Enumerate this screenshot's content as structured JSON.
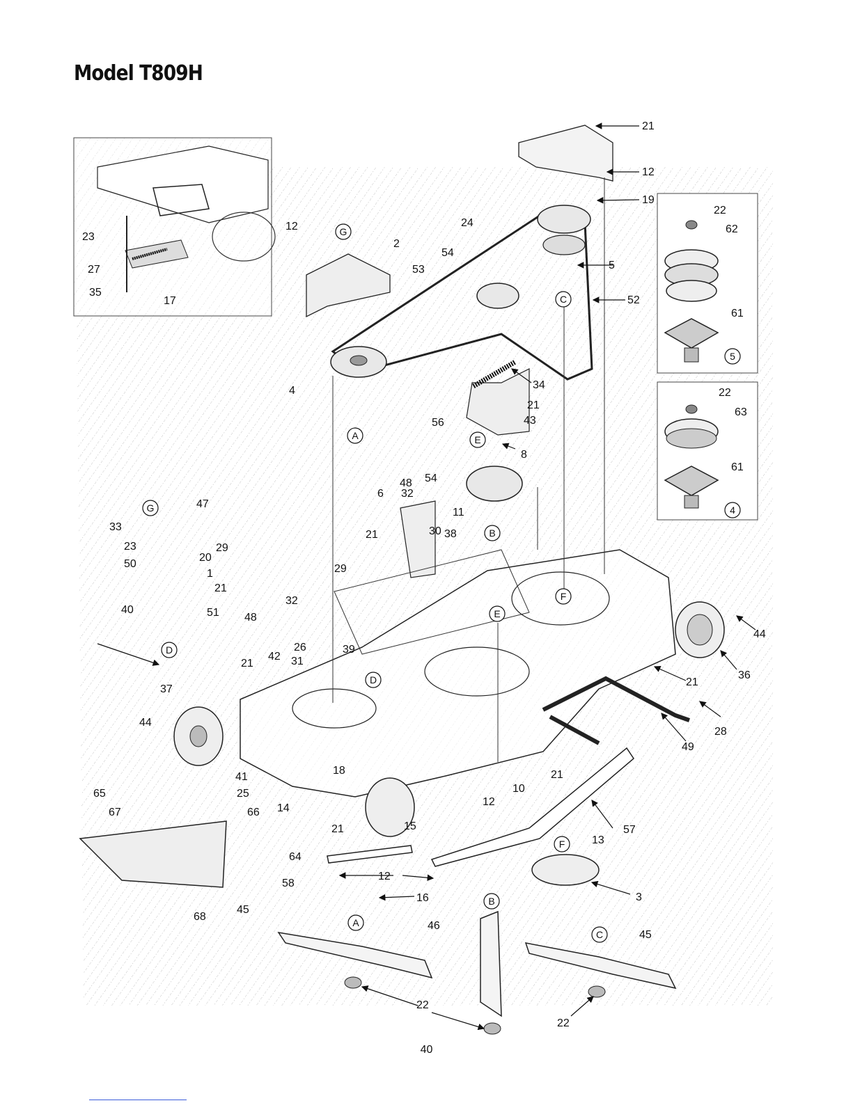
{
  "page": {
    "title": "Model T809H",
    "page_number": "40"
  },
  "callouts": [
    {
      "label": "21"
    },
    {
      "label": "12"
    },
    {
      "label": "19"
    },
    {
      "label": "22"
    },
    {
      "label": "62"
    },
    {
      "label": "61"
    },
    {
      "label": "12"
    },
    {
      "label": "2"
    },
    {
      "label": "24"
    },
    {
      "label": "54"
    },
    {
      "label": "53"
    },
    {
      "label": "5"
    },
    {
      "label": "52"
    },
    {
      "label": "23"
    },
    {
      "label": "27"
    },
    {
      "label": "35"
    },
    {
      "label": "17"
    },
    {
      "label": "4"
    },
    {
      "label": "34"
    },
    {
      "label": "21"
    },
    {
      "label": "43"
    },
    {
      "label": "56"
    },
    {
      "label": "8"
    },
    {
      "label": "22"
    },
    {
      "label": "63"
    },
    {
      "label": "61"
    },
    {
      "label": "54"
    },
    {
      "label": "48"
    },
    {
      "label": "32"
    },
    {
      "label": "6"
    },
    {
      "label": "11"
    },
    {
      "label": "47"
    },
    {
      "label": "33"
    },
    {
      "label": "23"
    },
    {
      "label": "29"
    },
    {
      "label": "20"
    },
    {
      "label": "50"
    },
    {
      "label": "1"
    },
    {
      "label": "21"
    },
    {
      "label": "40"
    },
    {
      "label": "51"
    },
    {
      "label": "21"
    },
    {
      "label": "30"
    },
    {
      "label": "38"
    },
    {
      "label": "29"
    },
    {
      "label": "32"
    },
    {
      "label": "48"
    },
    {
      "label": "26"
    },
    {
      "label": "39"
    },
    {
      "label": "42"
    },
    {
      "label": "31"
    },
    {
      "label": "21"
    },
    {
      "label": "44"
    },
    {
      "label": "21"
    },
    {
      "label": "36"
    },
    {
      "label": "28"
    },
    {
      "label": "49"
    },
    {
      "label": "37"
    },
    {
      "label": "44"
    },
    {
      "label": "41"
    },
    {
      "label": "25"
    },
    {
      "label": "18"
    },
    {
      "label": "10"
    },
    {
      "label": "21"
    },
    {
      "label": "12"
    },
    {
      "label": "65"
    },
    {
      "label": "67"
    },
    {
      "label": "66"
    },
    {
      "label": "14"
    },
    {
      "label": "21"
    },
    {
      "label": "15"
    },
    {
      "label": "57"
    },
    {
      "label": "13"
    },
    {
      "label": "64"
    },
    {
      "label": "58"
    },
    {
      "label": "12"
    },
    {
      "label": "3"
    },
    {
      "label": "68"
    },
    {
      "label": "16"
    },
    {
      "label": "45"
    },
    {
      "label": "46"
    },
    {
      "label": "45"
    },
    {
      "label": "22"
    },
    {
      "label": "22"
    }
  ],
  "reference_letters": [
    {
      "label": "G"
    },
    {
      "label": "C"
    },
    {
      "label": "A"
    },
    {
      "label": "E"
    },
    {
      "label": "B"
    },
    {
      "label": "G"
    },
    {
      "label": "D"
    },
    {
      "label": "F"
    },
    {
      "label": "E"
    },
    {
      "label": "D"
    },
    {
      "label": "F"
    },
    {
      "label": "B"
    },
    {
      "label": "A"
    },
    {
      "label": "C"
    }
  ],
  "inset_numbers": [
    {
      "label": "5"
    },
    {
      "label": "4"
    }
  ]
}
